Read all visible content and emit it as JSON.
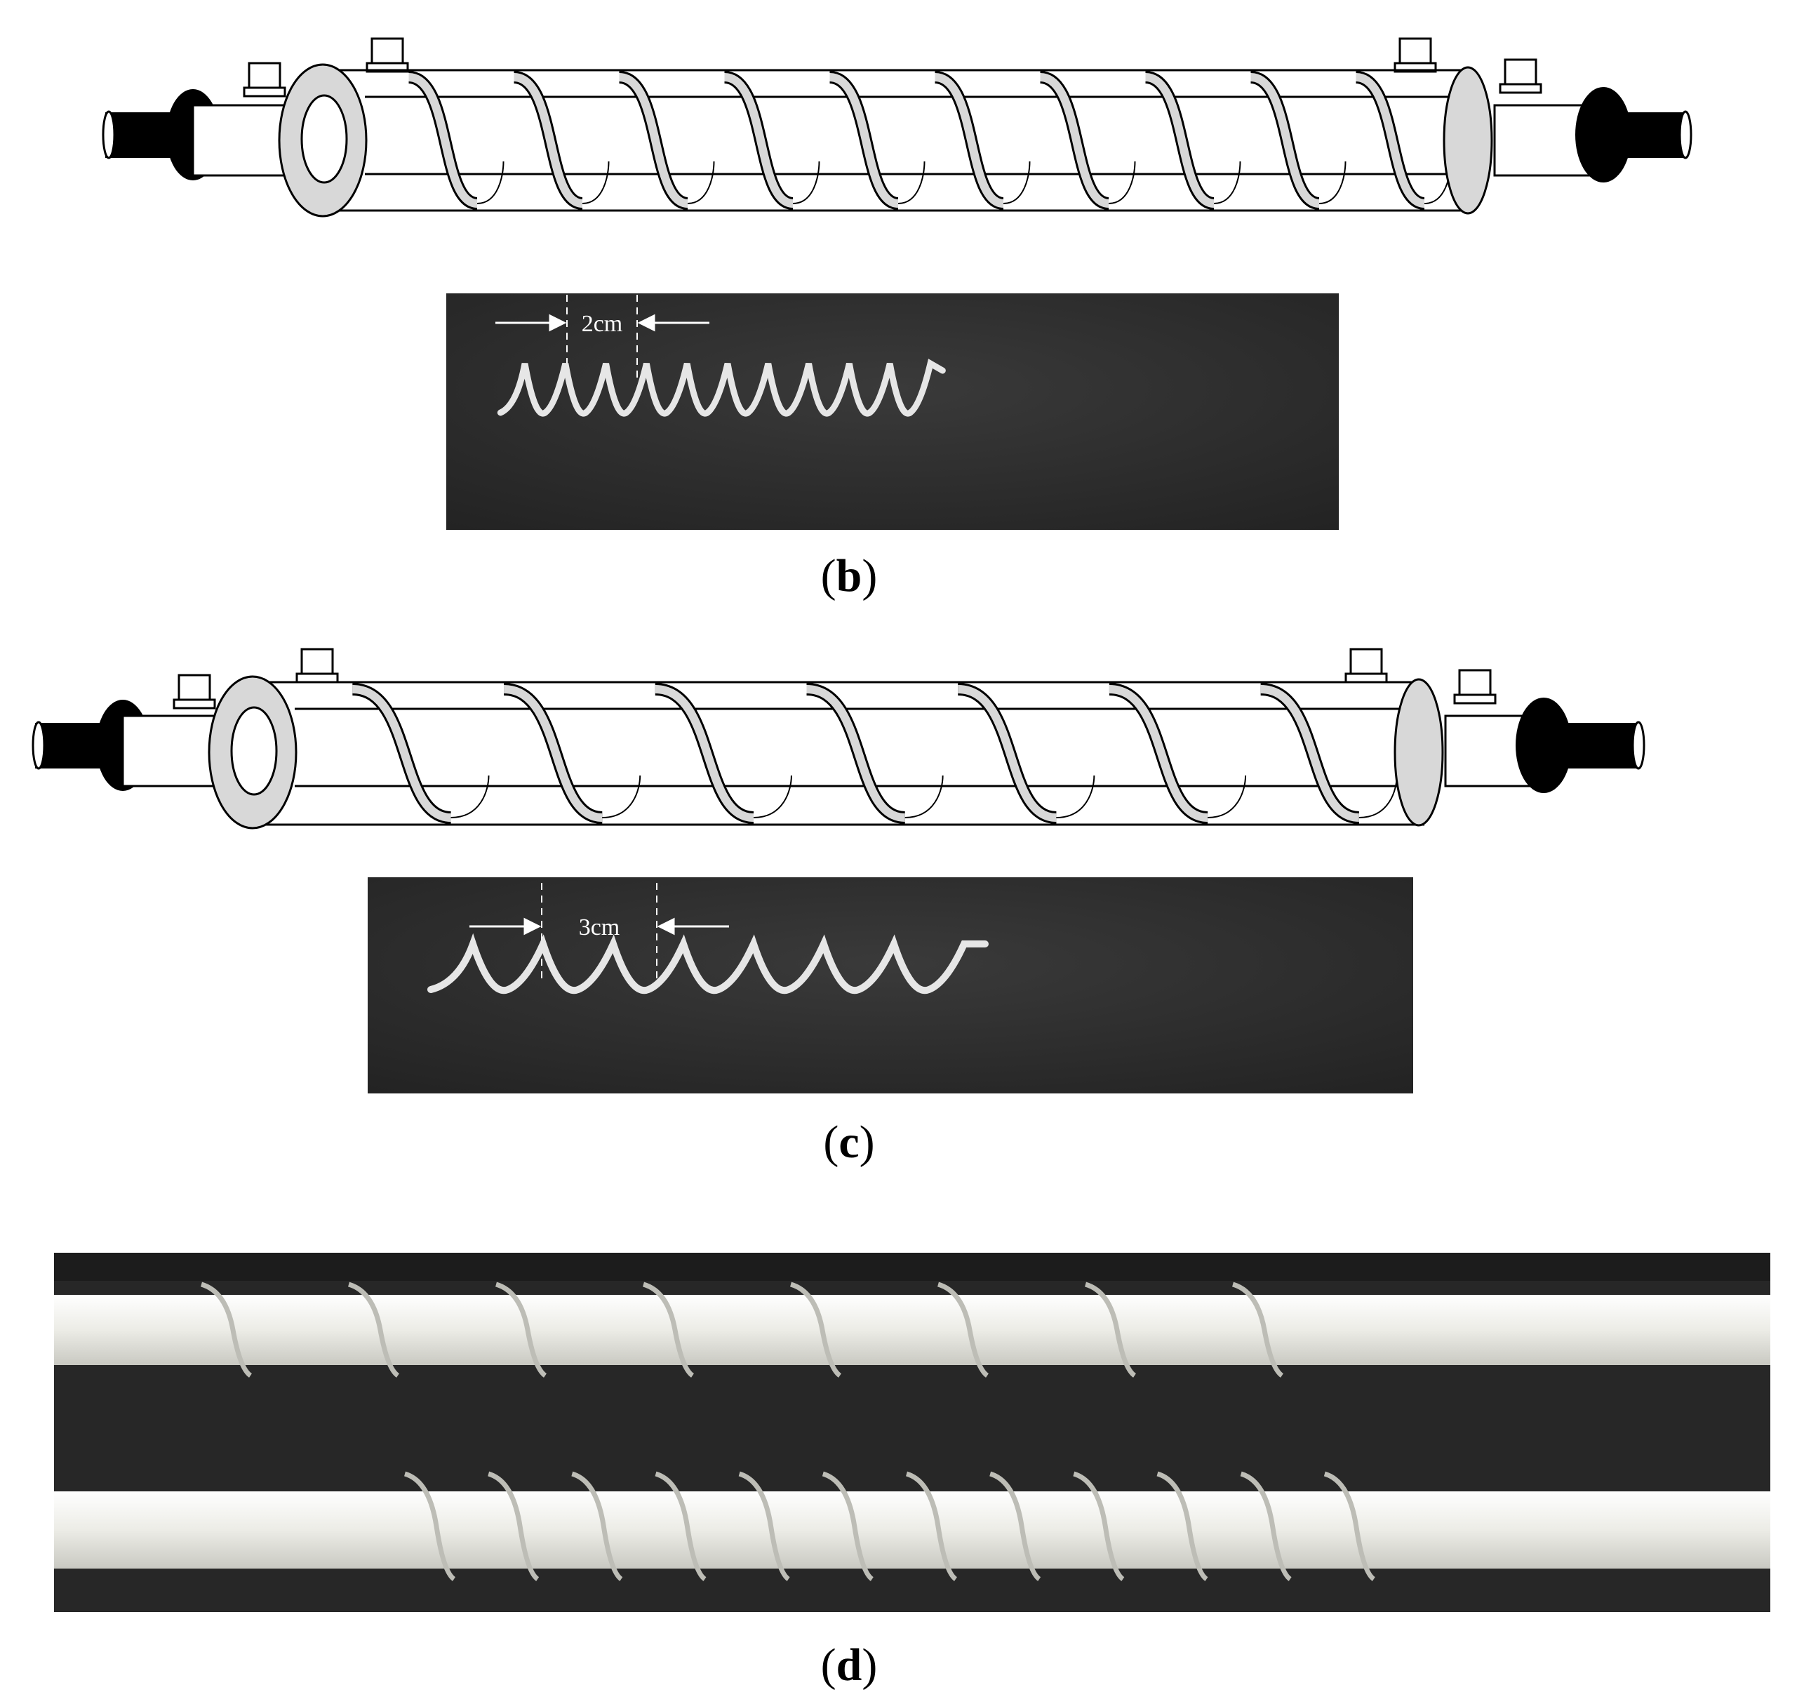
{
  "panels": [
    {
      "id": "b",
      "caption_open": "(",
      "caption_letter": "b",
      "caption_close": ")",
      "pitch_label": "2cm",
      "turns": 10
    },
    {
      "id": "c",
      "caption_open": "(",
      "caption_letter": "c",
      "caption_close": ")",
      "pitch_label": "3cm",
      "turns": 7
    },
    {
      "id": "d",
      "caption_open": "(",
      "caption_letter": "d",
      "caption_close": ")"
    }
  ],
  "colors": {
    "ink": "#000000",
    "ring_fill": "#d8d8d8",
    "photo_bg": "#2b2b2b",
    "rod": "#efefe8",
    "spring": "#e6e6e6",
    "dim_line": "#ffffff"
  }
}
